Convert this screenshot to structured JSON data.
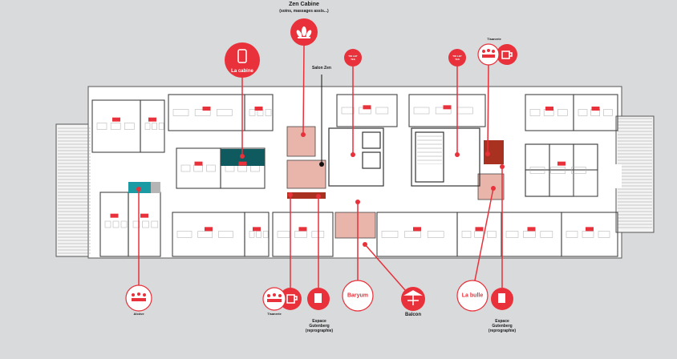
{
  "colors": {
    "accent": "#e8313a",
    "teal": "#0f5a5e",
    "teal_light": "#1a9ba3",
    "zen": "#e9b4aa",
    "dark_red": "#a8321f",
    "background": "#d9dadc"
  },
  "callouts": {
    "zen_cabine": {
      "title": "Zen Cabine",
      "subtitle": "(soins, massages assis...)",
      "icon": "lotus-icon"
    },
    "salon_zen": {
      "title": "Salon Zen"
    },
    "la_cabine": {
      "title": "La cabine",
      "icon": "phone-icon"
    },
    "toilettes_1": {
      "title": "TOI LET TES",
      "icon": "toilets-icon"
    },
    "toilettes_2": {
      "title": "TOI LET TES",
      "icon": "toilets-icon"
    },
    "tisanerie_top": {
      "title": "Tisanerie",
      "icons": [
        "meeting-icon",
        "cup-icon"
      ]
    },
    "alcove": {
      "title": "Alcôve",
      "icon": "meeting-icon"
    },
    "tisanerie_bottom": {
      "title": "Tisanerie",
      "icons": [
        "meeting-icon",
        "cup-icon"
      ]
    },
    "gutenberg_1": {
      "title": "Espace",
      "title2": "Gutenberg",
      "title3": "(reprographie)",
      "icon": "copier-icon"
    },
    "baryum": {
      "title": "Baryum"
    },
    "balcon": {
      "title": "Balcon",
      "icon": "terrace-table-icon"
    },
    "la_bulle": {
      "title": "La bulle"
    },
    "gutenberg_2": {
      "title": "Espace",
      "title2": "Gutenberg",
      "title3": "(reprographie)",
      "icon": "copier-icon"
    }
  }
}
